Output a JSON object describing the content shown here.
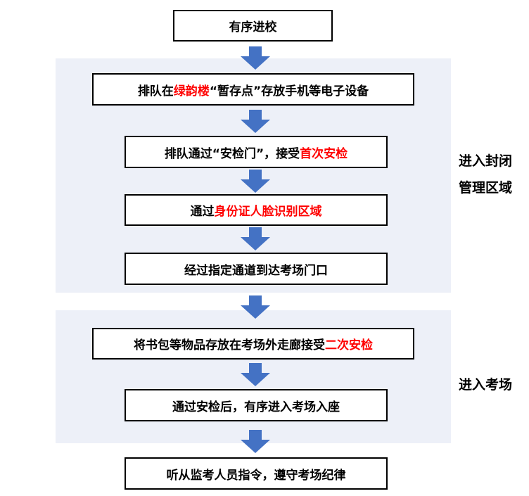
{
  "colors": {
    "zone_background": "#edf0f8",
    "arrow": "#4472c4",
    "highlight": "#ff0000"
  },
  "steps": {
    "s1": {
      "text": "有序进校"
    },
    "s2": {
      "pre": "排队在",
      "hl": "绿韵楼",
      "post": "“暂存点”存放手机等电子设备"
    },
    "s3": {
      "pre": "排队通过“安检门”，接受",
      "hl": "首次安检"
    },
    "s4": {
      "pre": "通过",
      "hl": "身份证人脸识别区域"
    },
    "s5": {
      "text": "经过指定通道到达考场门口"
    },
    "s6": {
      "pre": "将书包等物品存放在考场外走廊接受",
      "hl": "二次安检"
    },
    "s7": {
      "text": "通过安检后，有序进入考场入座"
    },
    "s8": {
      "text": "听从监考人员指令，遵守考场纪律"
    }
  },
  "zones": {
    "closed": {
      "label_line1": "进入封闭",
      "label_line2": "管理区域"
    },
    "exam": {
      "label": "进入考场"
    }
  }
}
